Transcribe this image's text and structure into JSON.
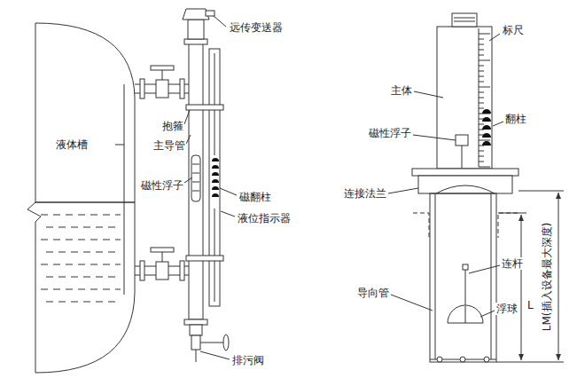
{
  "diagram": {
    "labels": [
      "远传变送器",
      "液体槽",
      "抱箍",
      "主导管",
      "磁性浮子",
      "磁翻柱",
      "液位指示器",
      "排污阀",
      "标尺",
      "主体",
      "翻柱",
      "磁性浮子",
      "连接法兰",
      "连杆",
      "导向管",
      "浮球",
      "L",
      "LM(插入设备最大深度)"
    ]
  }
}
